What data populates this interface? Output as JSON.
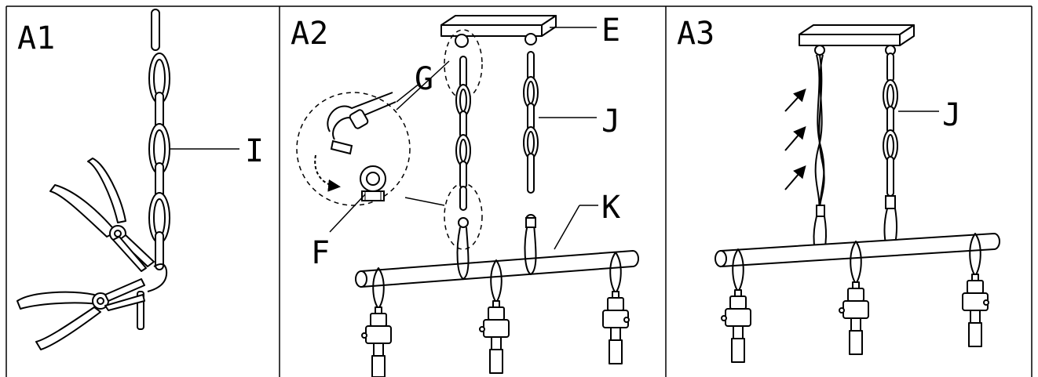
{
  "steps": [
    {
      "label": "A1",
      "parts": [
        "I"
      ]
    },
    {
      "label": "A2",
      "parts": [
        "E",
        "G",
        "J",
        "K",
        "F"
      ]
    },
    {
      "label": "A3",
      "parts": [
        "J"
      ]
    }
  ],
  "colors": {
    "line": "#000000",
    "background": "#ffffff",
    "fill": "#ffffff"
  }
}
